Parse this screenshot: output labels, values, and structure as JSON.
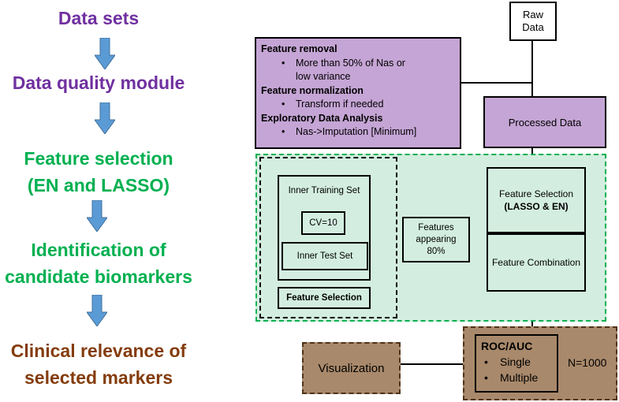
{
  "stages": [
    {
      "line1": "Data sets",
      "line2": ""
    },
    {
      "line1": "Data quality module",
      "line2": ""
    },
    {
      "line1": "Feature selection",
      "line2": "(EN and LASSO)"
    },
    {
      "line1": "Identification of",
      "line2": "candidate biomarkers"
    },
    {
      "line1": "Clinical relevance of",
      "line2": "selected markers"
    }
  ],
  "raw_data": {
    "line1": "Raw",
    "line2": "Data"
  },
  "quality_box": {
    "removal_title": "Feature removal",
    "removal_item_1": "More than 50% of Nas or",
    "removal_item_2": "low variance",
    "normalization_title": "Feature normalization",
    "normalization_item": "Transform if needed",
    "eda_title": "Exploratory Data Analysis",
    "eda_item": "Nas->Imputation [Minimum]"
  },
  "processed_data": "Processed Data",
  "inner_training": "Inner Training Set",
  "cv": "CV=10",
  "inner_test": "Inner Test Set",
  "feature_selection_small": "Feature Selection",
  "features_appearing": {
    "line1": "Features",
    "line2": "appearing",
    "line3": "80%"
  },
  "feature_selection_box": {
    "line1": "Feature Selection",
    "line2": "(LASSO & EN)"
  },
  "feature_combination": "Feature Combination",
  "roc": {
    "title": "ROC/AUC",
    "item_1": "Single",
    "item_2": "Multiple"
  },
  "n_label": "N=1000",
  "visualization": "Visualization",
  "colors": {
    "purple_text": "#7030a0",
    "green_text": "#00b050",
    "brown_text": "#843c0c",
    "arrow_fill": "#5b9bd5",
    "purple_fill": "#c5a5d5",
    "green_fill": "#d3eee0",
    "brown_fill": "#a9896b"
  }
}
